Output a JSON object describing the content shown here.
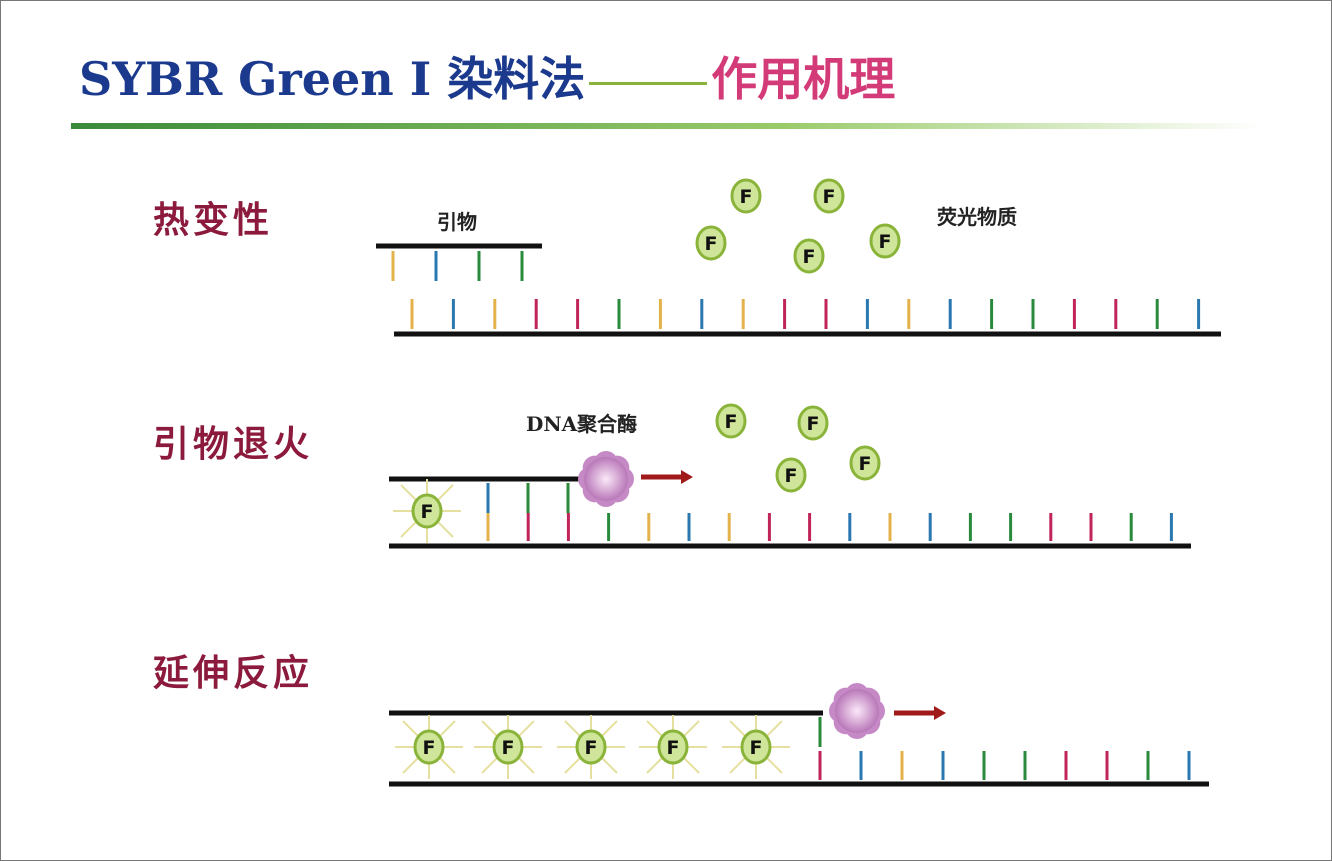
{
  "title": {
    "main": "SYBR Green I 染料法",
    "sub": "作用机理"
  },
  "stages": [
    {
      "label": "热变性"
    },
    {
      "label": "引物退火"
    },
    {
      "label": "延伸反应"
    }
  ],
  "annotations": {
    "primer": "引物",
    "fluorescent": "荧光物质",
    "polymerase": "DNA聚合酶",
    "dye_letter": "F"
  },
  "colors": {
    "Y": "#e3b24a",
    "B": "#2a78b0",
    "G": "#2a8a3c",
    "R": "#c0245a",
    "title": "#1b3a8e",
    "accent": "#d33a78"
  },
  "bases": {
    "row1_primer": [
      "Y",
      "B",
      "G",
      "G"
    ],
    "row1_template": [
      "Y",
      "B",
      "Y",
      "R",
      "R",
      "G",
      "Y",
      "B",
      "Y",
      "R",
      "R",
      "B",
      "Y",
      "B",
      "G",
      "G",
      "R",
      "R",
      "G",
      "B"
    ],
    "row2_primer": [
      "B",
      "G",
      "G"
    ],
    "row2_template": [
      "Y",
      "R",
      "R",
      "G",
      "Y",
      "B",
      "Y",
      "R",
      "R",
      "B",
      "Y",
      "B",
      "G",
      "G",
      "R",
      "R",
      "G",
      "B"
    ],
    "row3_template": [
      "R",
      "B",
      "Y",
      "B",
      "G",
      "G",
      "R",
      "R",
      "G",
      "B"
    ]
  }
}
